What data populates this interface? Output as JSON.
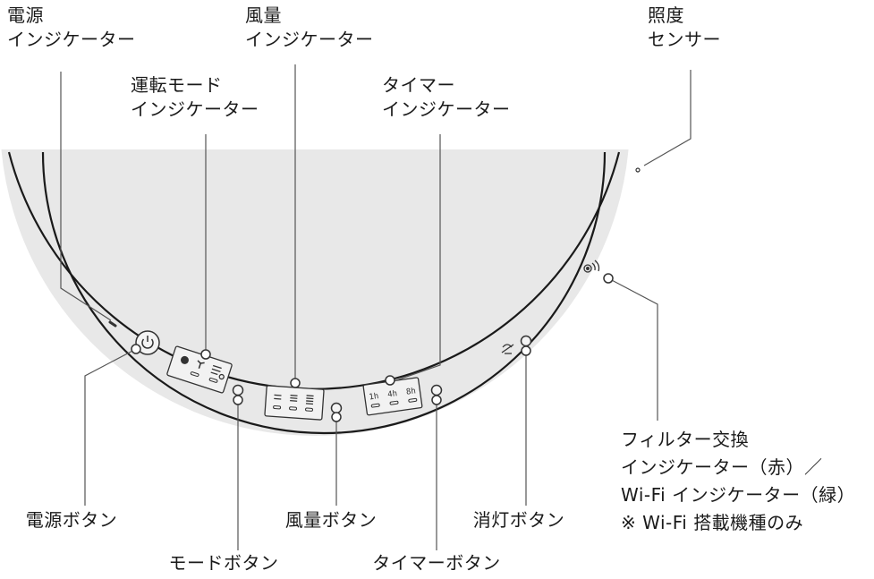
{
  "labels": {
    "power_indicator": [
      "電源",
      "インジケーター"
    ],
    "fan_speed_indicator": [
      "風量",
      "インジケーター"
    ],
    "light_sensor": [
      "照度",
      "センサー"
    ],
    "mode_indicator": [
      "運転モード",
      "インジケーター"
    ],
    "timer_indicator": [
      "タイマー",
      "インジケーター"
    ],
    "filter_wifi_indicator": [
      "フィルター交換",
      "インジケーター（赤）／",
      "Wi-Fi インジケーター（緑）",
      "※ Wi-Fi 搭載機種のみ"
    ],
    "power_button": "電源ボタン",
    "fan_speed_button": "風量ボタン",
    "light_off_button": "消灯ボタン",
    "mode_button": "モードボタン",
    "timer_button": "タイマーボタン"
  },
  "timer_marks": [
    "1h",
    "4h",
    "8h"
  ],
  "colors": {
    "panel_fill": "#e8e8e8",
    "outline": "#1a1a1a",
    "leader_line": "#555555",
    "background": "#ffffff"
  },
  "icons": [
    "power-icon",
    "mode-auto-icon",
    "fan-icon",
    "mode-fan-icon",
    "wifi-icon",
    "light-off-icon"
  ]
}
